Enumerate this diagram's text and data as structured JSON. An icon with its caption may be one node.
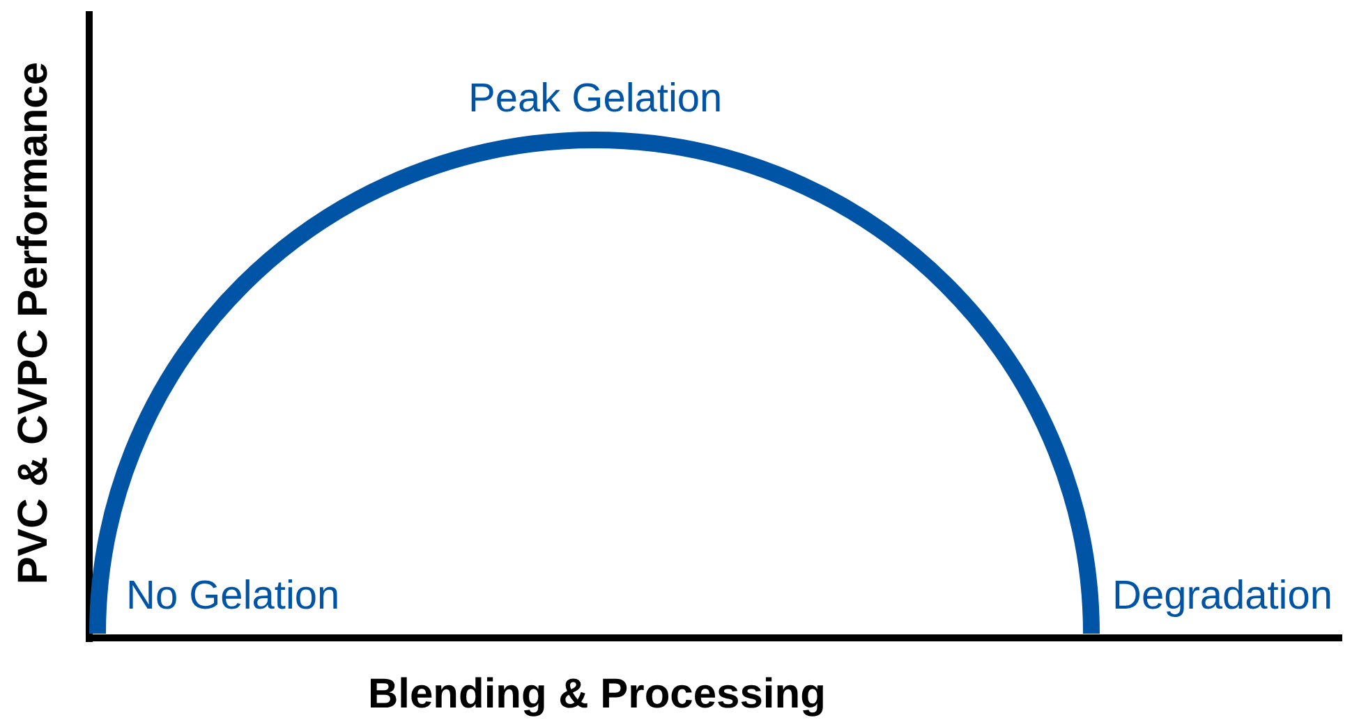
{
  "diagram": {
    "labels": [
      "Peak Gelation",
      "PVC & CVPC Performance",
      "No Gelation",
      "Degradation",
      "Blending & Processing"
    ]
  }
}
